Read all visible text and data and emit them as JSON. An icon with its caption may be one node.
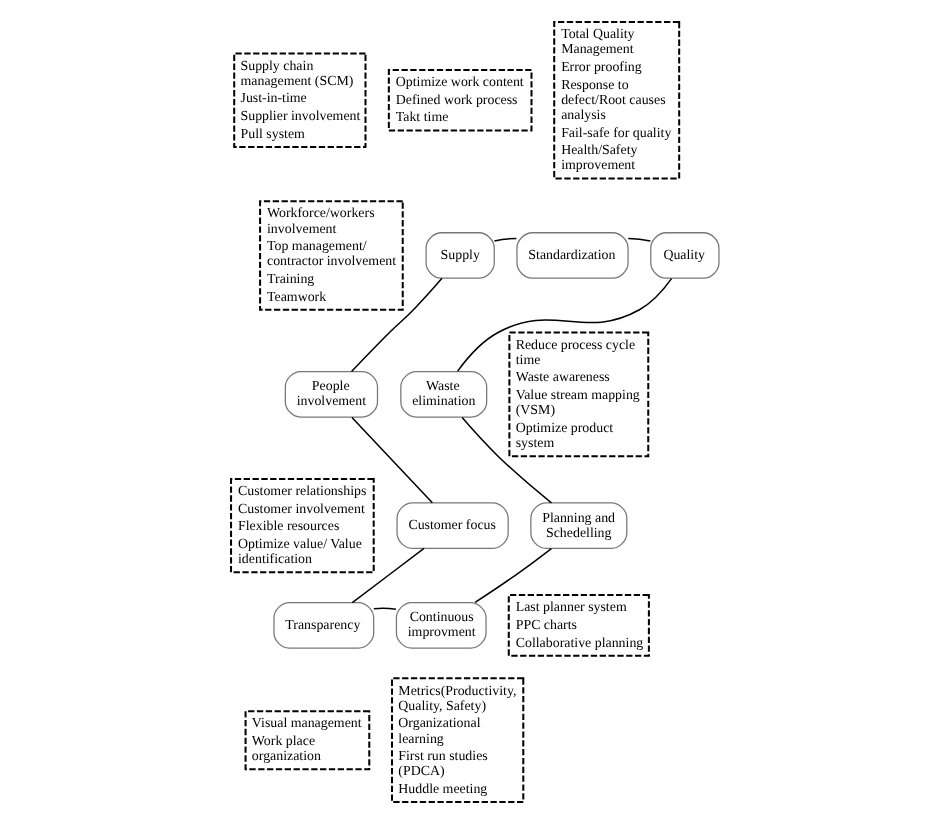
{
  "diagram": {
    "nodes": [
      {
        "text": [
          "Standardization"
        ]
      },
      {
        "text": [
          "Quality"
        ]
      },
      {
        "text": [
          "Waste elimination"
        ]
      },
      {
        "text": [
          "Planning and Schedelling"
        ]
      },
      {
        "text": [
          "Continuous improvment"
        ]
      },
      {
        "text": [
          "Transparency"
        ]
      },
      {
        "text": [
          "Customer focus"
        ]
      },
      {
        "text": [
          "People involvement"
        ]
      },
      {
        "text": [
          "Supply"
        ]
      },
      {
        "text": [
          "Supply chain management (SCM)",
          "Just-in-time",
          "Supplier involvement",
          "Pull system"
        ]
      },
      {
        "text": [
          "Optimize work content",
          "Defined work process",
          "Takt time"
        ]
      },
      {
        "text": [
          "Total Quality Management",
          "Error proofing",
          "Response to defect/Root causes analysis",
          "Fail-safe for quality",
          "Health/Safety improvement"
        ]
      },
      {
        "text": [
          "Workforce/workers involvement",
          "Top management/ contractor involvement",
          "Training",
          "Teamwork"
        ]
      },
      {
        "text": [
          "Reduce process cycle time",
          "Waste awareness",
          "Value stream mapping (VSM)",
          "Optimize product system"
        ]
      },
      {
        "text": [
          "Customer relationships",
          "Customer involvement",
          "Flexible resources",
          "Optimize value/ Value identification"
        ]
      },
      {
        "text": [
          "Last planner system",
          "PPC charts",
          "Collaborative planning"
        ]
      },
      {
        "text": [
          "Visual management",
          "Work place organization"
        ]
      },
      {
        "text": [
          "Metrics(Productivity, Quality, Safety)",
          "Organizational learning",
          "First run studies (PDCA)",
          "Huddle meeting"
        ]
      }
    ],
    "edges": [
      {
        "from": 0,
        "to": 1,
        "arrow": "none"
      },
      {
        "from": 1,
        "to": 2,
        "arrow": "none"
      },
      {
        "from": 2,
        "to": 3,
        "arrow": "none"
      },
      {
        "from": 3,
        "to": 4,
        "arrow": "none"
      },
      {
        "from": 4,
        "to": 5,
        "arrow": "none"
      },
      {
        "from": 5,
        "to": 6,
        "arrow": "none"
      },
      {
        "from": 6,
        "to": 7,
        "arrow": "none"
      },
      {
        "from": 7,
        "to": 8,
        "arrow": "none"
      },
      {
        "from": 8,
        "to": 0,
        "arrow": "none"
      }
    ]
  }
}
